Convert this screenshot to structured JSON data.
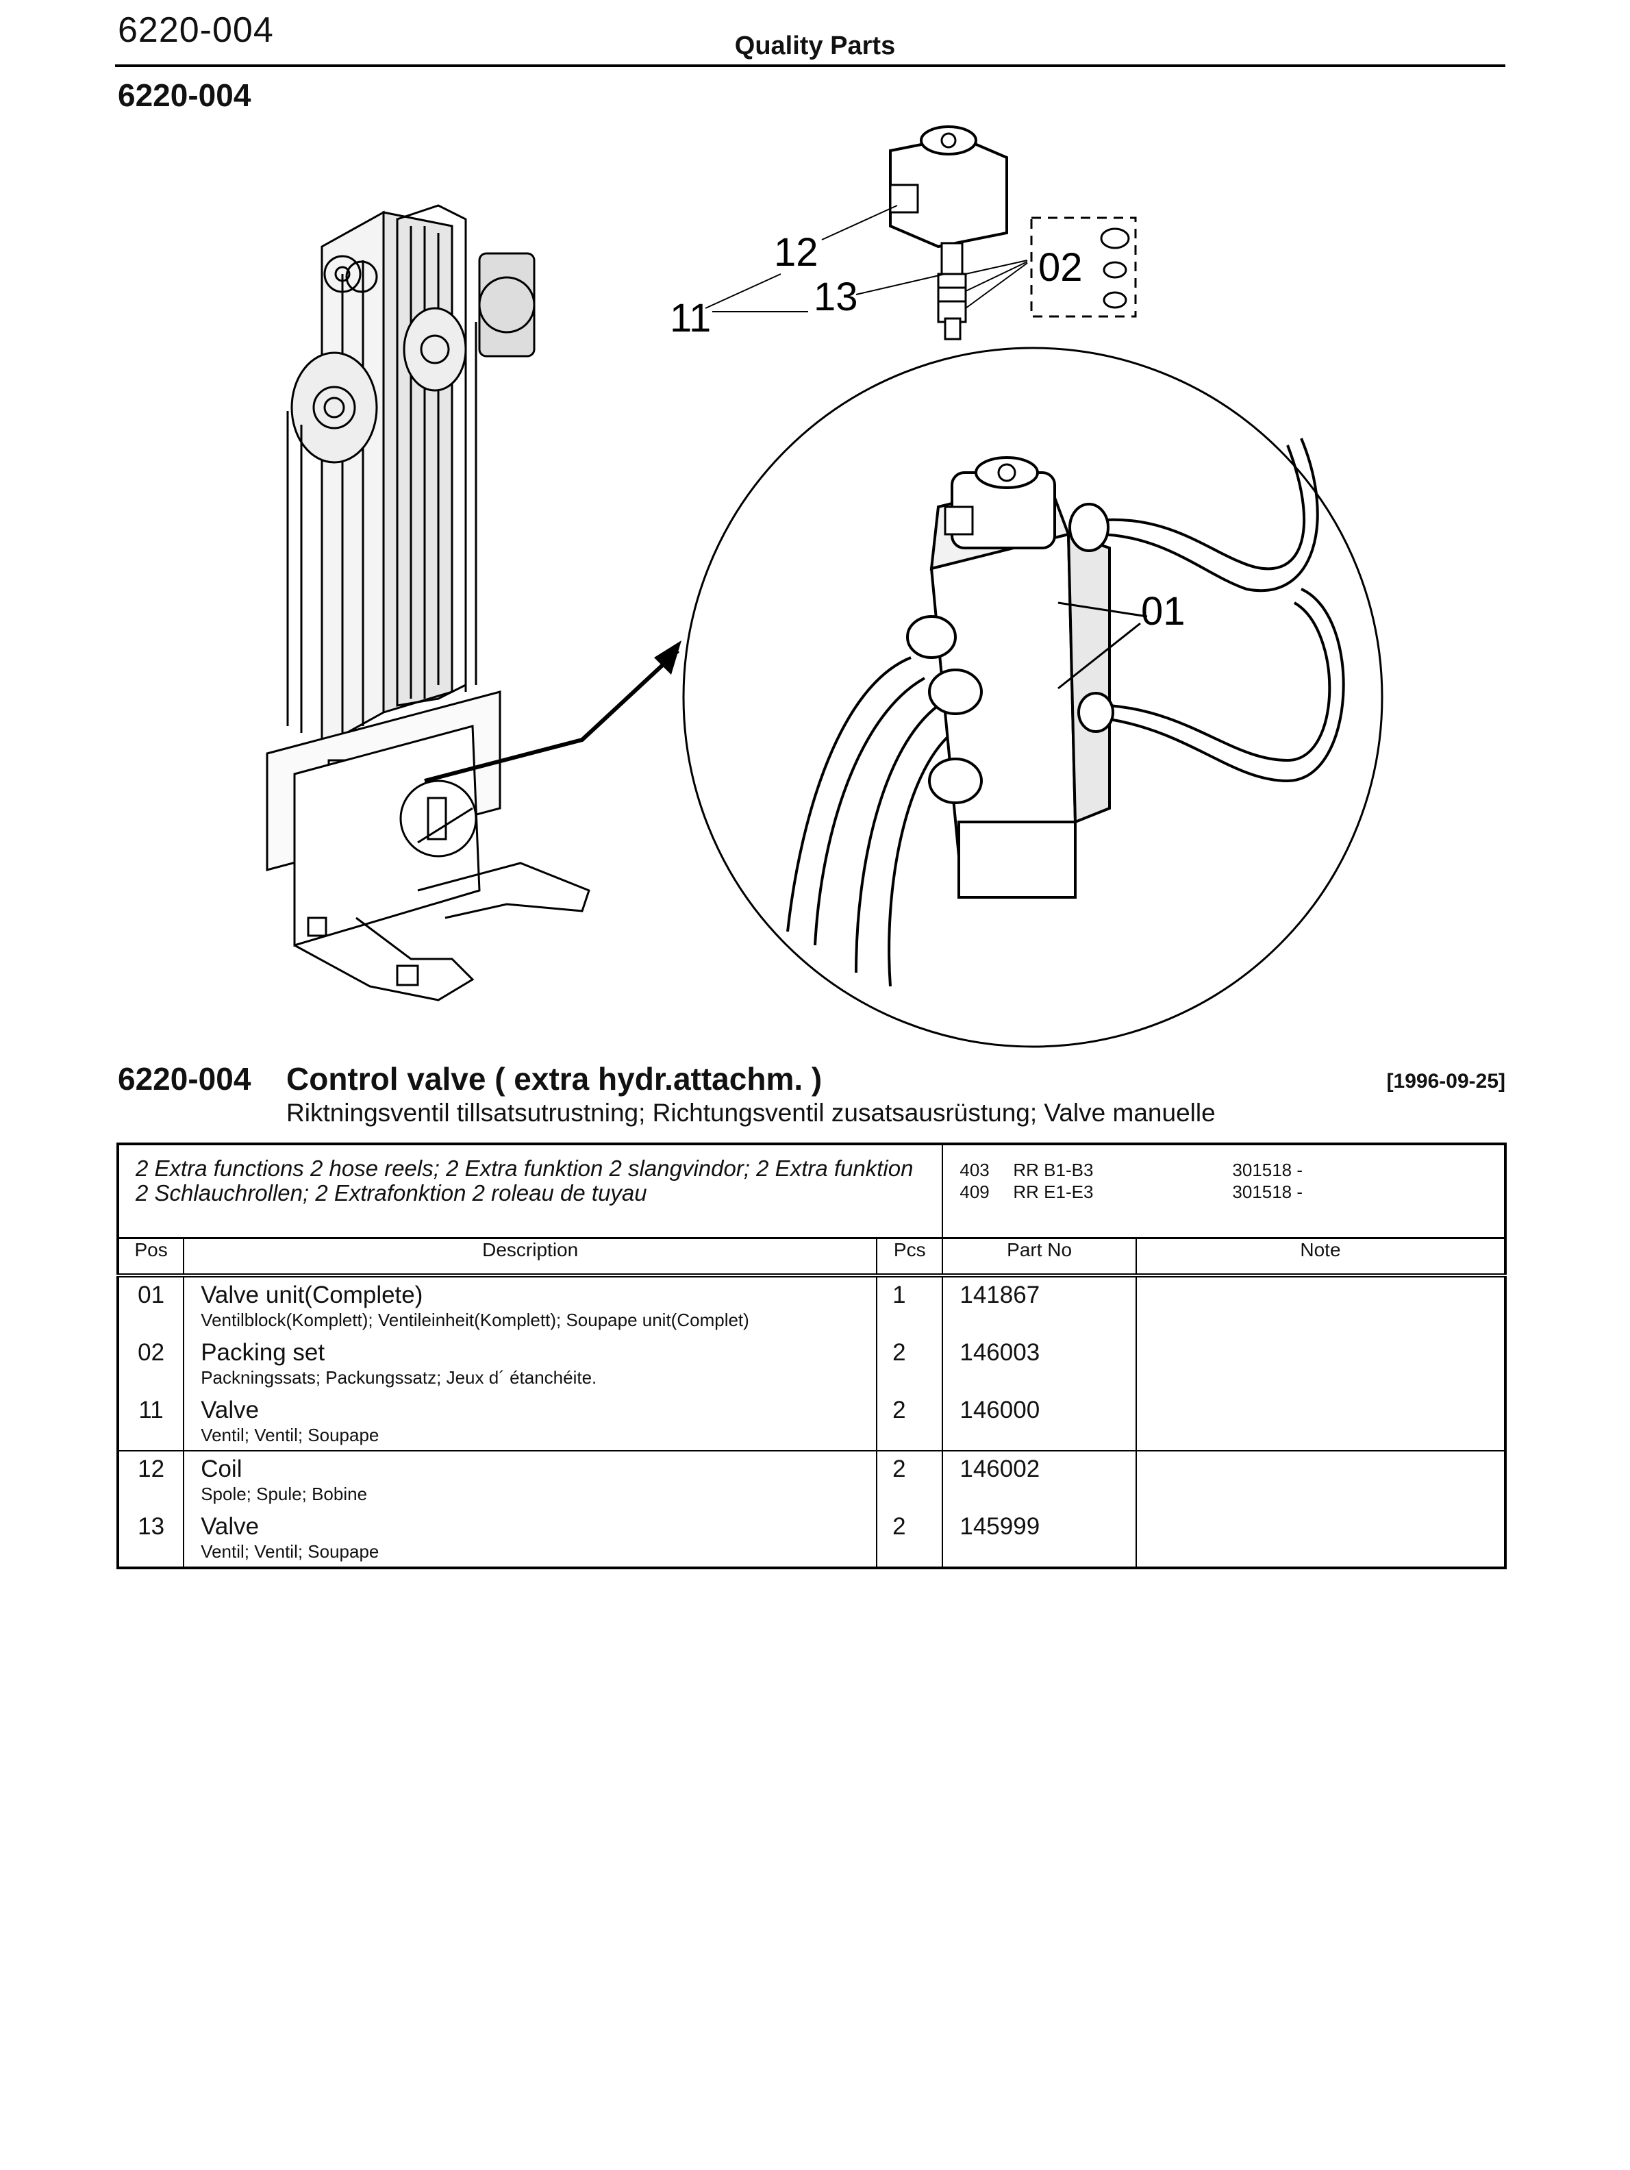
{
  "header": {
    "cut_code": "6220-004",
    "title": "Quality Parts",
    "section_code": "6220-004"
  },
  "diagram": {
    "callouts": [
      "12",
      "13",
      "11",
      "02",
      "01"
    ]
  },
  "title_block": {
    "code": "6220-004",
    "title": "Control valve ( extra hydr.attachm. )",
    "date": "[1996-09-25]",
    "subtitle": "Riktningsventil tillsatsutrustning; Richtungsventil zusatsausrüstung; Valve manuelle"
  },
  "table": {
    "info_text": "2 Extra functions 2 hose reels; 2 Extra funktion 2 slangvindor; 2 Extra funktion 2 Schlauchrollen; 2 Extrafonktion 2 roleau de tuyau",
    "applicability": [
      {
        "code": "403",
        "model": "RR B1-B3",
        "serial": "301518 -"
      },
      {
        "code": "409",
        "model": "RR E1-E3",
        "serial": "301518 -"
      }
    ],
    "columns": {
      "pos": "Pos",
      "description": "Description",
      "pcs": "Pcs",
      "part_no": "Part No",
      "note": "Note"
    },
    "rows": [
      {
        "pos": "01",
        "name": "Valve unit(Complete)",
        "translations": "Ventilblock(Komplett); Ventileinheit(Komplett); Soupape unit(Complet)",
        "pcs": "1",
        "part_no": "141867",
        "note": ""
      },
      {
        "pos": "02",
        "name": "Packing set",
        "translations": "Packningssats; Packungssatz; Jeux d´ étanchéite.",
        "pcs": "2",
        "part_no": "146003",
        "note": ""
      },
      {
        "pos": "11",
        "name": "Valve",
        "translations": "Ventil; Ventil; Soupape",
        "pcs": "2",
        "part_no": "146000",
        "note": ""
      },
      {
        "pos": "12",
        "name": "Coil",
        "translations": "Spole; Spule; Bobine",
        "pcs": "2",
        "part_no": "146002",
        "note": ""
      },
      {
        "pos": "13",
        "name": "Valve",
        "translations": "Ventil; Ventil; Soupape",
        "pcs": "2",
        "part_no": "145999",
        "note": ""
      }
    ]
  }
}
